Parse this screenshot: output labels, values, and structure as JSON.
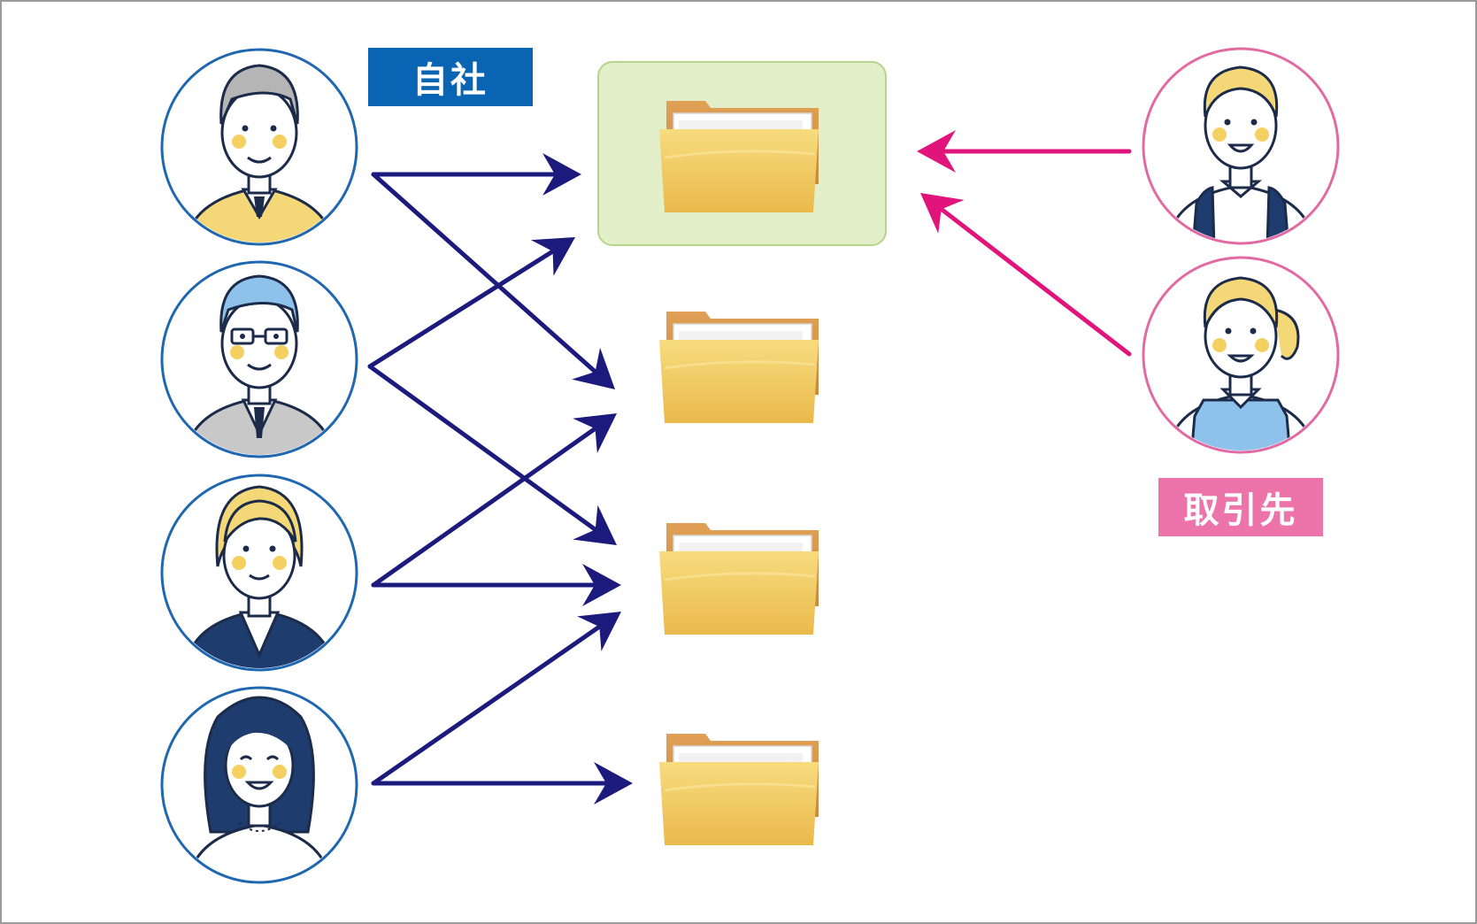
{
  "labels": {
    "own_company": "自社",
    "partner": "取引先"
  },
  "colors": {
    "own_company_accent": "#0a64b4",
    "partner_accent": "#ec74aa",
    "internal_arrow": "#1c1a7c",
    "partner_arrow": "#e0147a",
    "shared_folder_highlight": "#e3efc9",
    "frame_border": "#9a9a9a"
  },
  "nodes": {
    "own_company_people": [
      {
        "id": "person-1",
        "icon": "older-man-yellow-suit-icon"
      },
      {
        "id": "person-2",
        "icon": "man-glasses-gray-suit-icon"
      },
      {
        "id": "person-3",
        "icon": "woman-short-hair-navy-jacket-icon"
      },
      {
        "id": "person-4",
        "icon": "woman-long-dark-hair-white-top-icon"
      }
    ],
    "partner_people": [
      {
        "id": "partner-1",
        "icon": "man-waiter-apron-icon"
      },
      {
        "id": "partner-2",
        "icon": "woman-ponytail-blue-apron-icon"
      }
    ],
    "folders": [
      {
        "id": "folder-1",
        "icon": "folder-icon",
        "shared": true
      },
      {
        "id": "folder-2",
        "icon": "folder-icon",
        "shared": false
      },
      {
        "id": "folder-3",
        "icon": "folder-icon",
        "shared": false
      },
      {
        "id": "folder-4",
        "icon": "folder-icon",
        "shared": false
      }
    ]
  },
  "edges": [
    {
      "from": "person-1",
      "to": "folder-1"
    },
    {
      "from": "person-1",
      "to": "folder-2"
    },
    {
      "from": "person-2",
      "to": "folder-1"
    },
    {
      "from": "person-2",
      "to": "folder-3"
    },
    {
      "from": "person-3",
      "to": "folder-2"
    },
    {
      "from": "person-3",
      "to": "folder-3"
    },
    {
      "from": "person-4",
      "to": "folder-3"
    },
    {
      "from": "person-4",
      "to": "folder-4"
    },
    {
      "from": "partner-1",
      "to": "folder-1"
    },
    {
      "from": "partner-2",
      "to": "folder-1"
    }
  ]
}
